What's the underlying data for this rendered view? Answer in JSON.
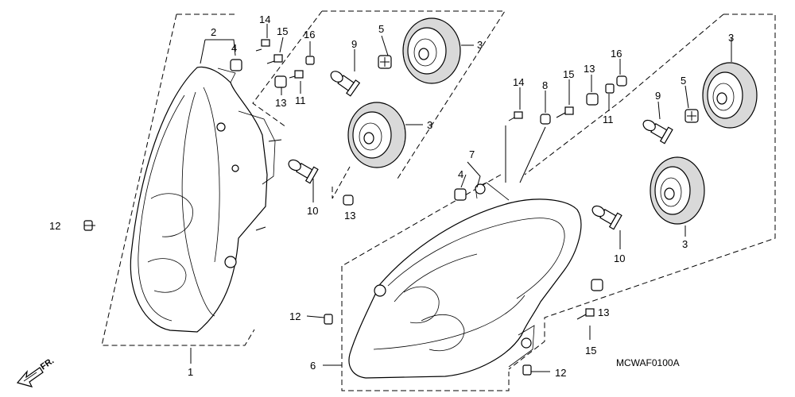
{
  "diagram_code": "MCWAF0100A",
  "front_arrow_label": "FR.",
  "callouts": {
    "c1": "1",
    "c2": "2",
    "c4a": "4",
    "c12a": "12",
    "c14a": "14",
    "c15a": "15",
    "c16a": "16",
    "c13a": "13",
    "c11a": "11",
    "c9a": "9",
    "c5a": "5",
    "c3a": "3",
    "c3b": "3",
    "c10a": "10",
    "c13b": "13",
    "c14b": "14",
    "c8": "8",
    "c15b": "15",
    "c13c": "13",
    "c16b": "16",
    "c11b": "11",
    "c3c": "3",
    "c5b": "5",
    "c9b": "9",
    "c3d": "3",
    "c7": "7",
    "c4b": "4",
    "c10b": "10",
    "c12b": "12",
    "c6": "6",
    "c13d": "13",
    "c15c": "15",
    "c12c": "12"
  }
}
